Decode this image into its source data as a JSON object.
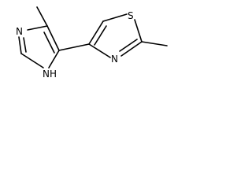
{
  "molecule": {
    "atom_labels": {
      "n_imidazole_top": "N",
      "nh_imidazole": "NH",
      "s_thiazole": "S",
      "n_thiazole": "N"
    },
    "colors": {
      "bond": "#000000",
      "label": "#000000",
      "background": "#ffffff"
    }
  }
}
